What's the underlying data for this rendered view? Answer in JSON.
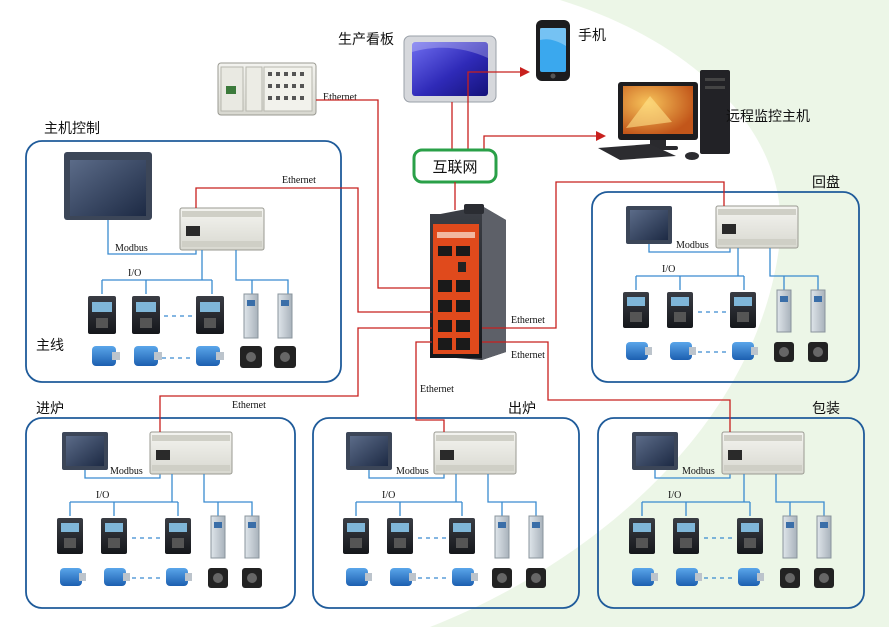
{
  "top": {
    "board_label": "生产看板",
    "phone_label": "手机",
    "remote_label": "远程监控主机",
    "internet_label": "互联网",
    "plc_link_label": "Ethernet"
  },
  "main_control": {
    "title": "主机控制",
    "sub_label": "主线",
    "ethernet_label": "Ethernet",
    "modbus_label": "Modbus",
    "io_label": "I/O"
  },
  "huipan": {
    "title": "回盘",
    "ethernet_label": "Ethernet",
    "modbus_label": "Modbus",
    "io_label": "I/O"
  },
  "jinlu": {
    "title": "进炉",
    "ethernet_label": "Ethernet",
    "modbus_label": "Modbus",
    "io_label": "I/O"
  },
  "chulu": {
    "title": "出炉",
    "ethernet_label": "Ethernet",
    "modbus_label": "Modbus",
    "io_label": "I/O"
  },
  "baozhuang": {
    "title": "包装",
    "ethernet_label": "Ethernet",
    "modbus_label": "Modbus",
    "io_label": "I/O"
  },
  "colors": {
    "ethernet_line": "#c8201e",
    "fieldbus_line": "#3a8bd0",
    "panel_border": "#1f5b9a",
    "internet_border": "#2aa048",
    "switch_body": "#e04a1c"
  }
}
